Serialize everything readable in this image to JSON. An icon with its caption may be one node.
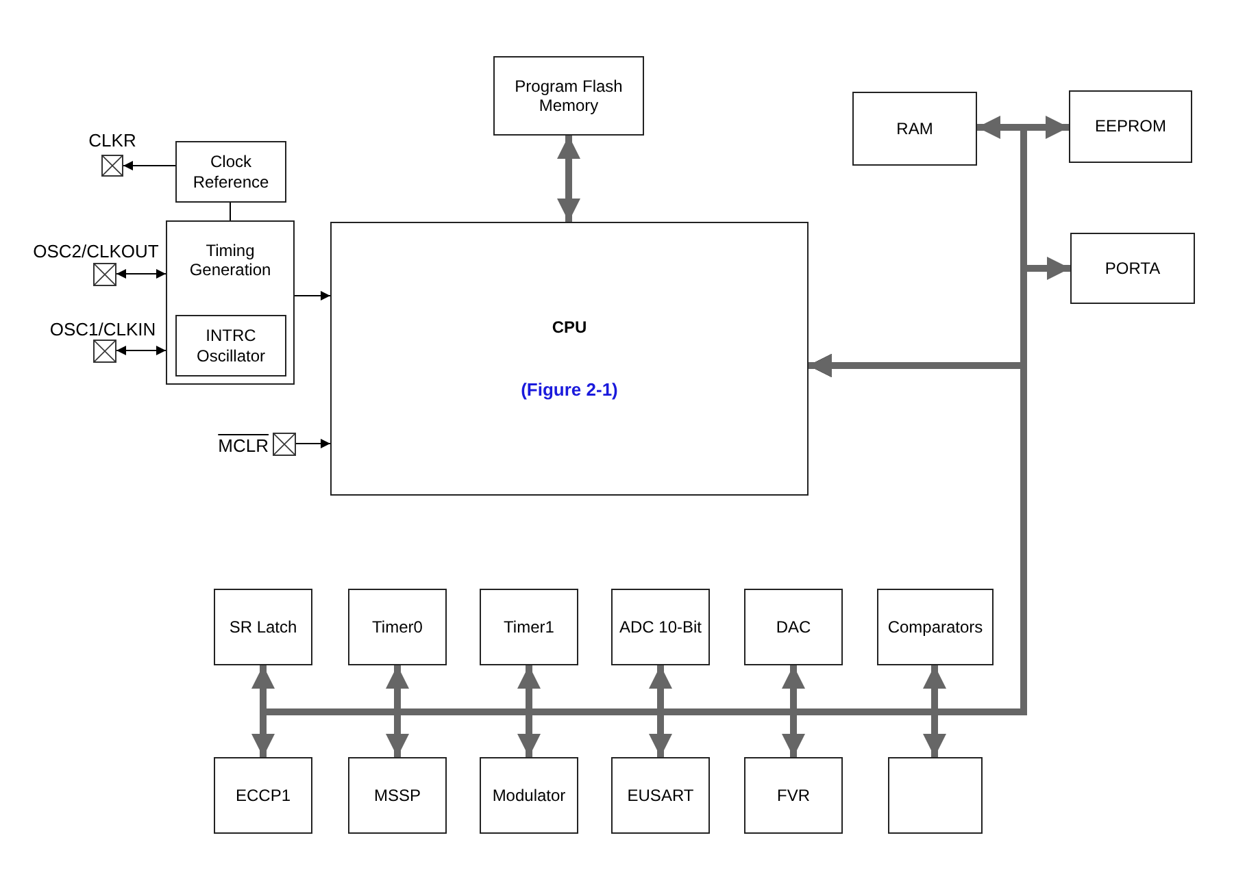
{
  "diagram": {
    "nodes": [
      {
        "text": [
          "Program Flash Memory"
        ]
      },
      {
        "text": [
          "RAM"
        ]
      },
      {
        "text": [
          "EEPROM"
        ]
      },
      {
        "text": [],
        "shape": "box",
        "beside": [
          "CLKR"
        ]
      },
      {
        "text": [
          "Clock Reference"
        ]
      },
      {
        "text": [
          "Timing Generation"
        ]
      },
      {
        "text": [
          "INTRC Oscillator"
        ],
        "in": 5
      },
      {
        "text": [],
        "shape": "box",
        "beside": [
          "OSC2/CLKOUT"
        ]
      },
      {
        "text": [
          "CPU",
          "(Figure 2-1)"
        ]
      },
      {
        "text": [
          "PORTA"
        ]
      },
      {
        "text": [],
        "shape": "box",
        "beside": [
          "OSC1/CLKIN"
        ]
      },
      {
        "text": [],
        "shape": "box",
        "beside": [
          "MCLR"
        ]
      },
      {
        "text": [
          "SR Latch"
        ]
      },
      {
        "text": [
          "Timer0"
        ]
      },
      {
        "text": [
          "Timer1"
        ]
      },
      {
        "text": [
          "ADC 10-Bit"
        ]
      },
      {
        "text": [
          "DAC"
        ]
      },
      {
        "text": [
          "Comparators"
        ]
      },
      {
        "text": [
          "ECCP1"
        ]
      },
      {
        "text": [
          "MSSP"
        ]
      },
      {
        "text": [
          "Modulator"
        ]
      },
      {
        "text": [
          "EUSART"
        ]
      },
      {
        "text": [
          "FVR"
        ]
      },
      {
        "text": [],
        "shape": "box"
      }
    ],
    "edges": [
      {
        "from": 0,
        "to": 8,
        "arrow": "both"
      },
      {
        "from": 4,
        "to": 3,
        "arrow": "to",
        "color": "#000000"
      },
      {
        "from": 4,
        "to": 5,
        "arrow": "none",
        "color": "#000000"
      },
      {
        "from": 7,
        "to": 5,
        "arrow": "both",
        "color": "#000000"
      },
      {
        "from": 10,
        "to": 5,
        "arrow": "both",
        "color": "#000000"
      },
      {
        "from": 5,
        "to": 8,
        "arrow": "to",
        "color": "#000000"
      },
      {
        "from": 11,
        "to": 8,
        "arrow": "to",
        "color": "#000000"
      },
      {
        "from": 8,
        "to": 1,
        "arrow": "both"
      },
      {
        "from": 8,
        "to": 2,
        "arrow": "both"
      },
      {
        "from": 8,
        "to": 9,
        "arrow": "both"
      },
      {
        "from": 8,
        "to": 12,
        "arrow": "both"
      },
      {
        "from": 8,
        "to": 13,
        "arrow": "both"
      },
      {
        "from": 8,
        "to": 14,
        "arrow": "both"
      },
      {
        "from": 8,
        "to": 15,
        "arrow": "both"
      },
      {
        "from": 8,
        "to": 16,
        "arrow": "both"
      },
      {
        "from": 8,
        "to": 17,
        "arrow": "both"
      },
      {
        "from": 8,
        "to": 18,
        "arrow": "both"
      },
      {
        "from": 8,
        "to": 19,
        "arrow": "both"
      },
      {
        "from": 8,
        "to": 20,
        "arrow": "both"
      },
      {
        "from": 8,
        "to": 21,
        "arrow": "both"
      },
      {
        "from": 8,
        "to": 22,
        "arrow": "both"
      },
      {
        "from": 8,
        "to": 23,
        "arrow": "both"
      }
    ]
  }
}
